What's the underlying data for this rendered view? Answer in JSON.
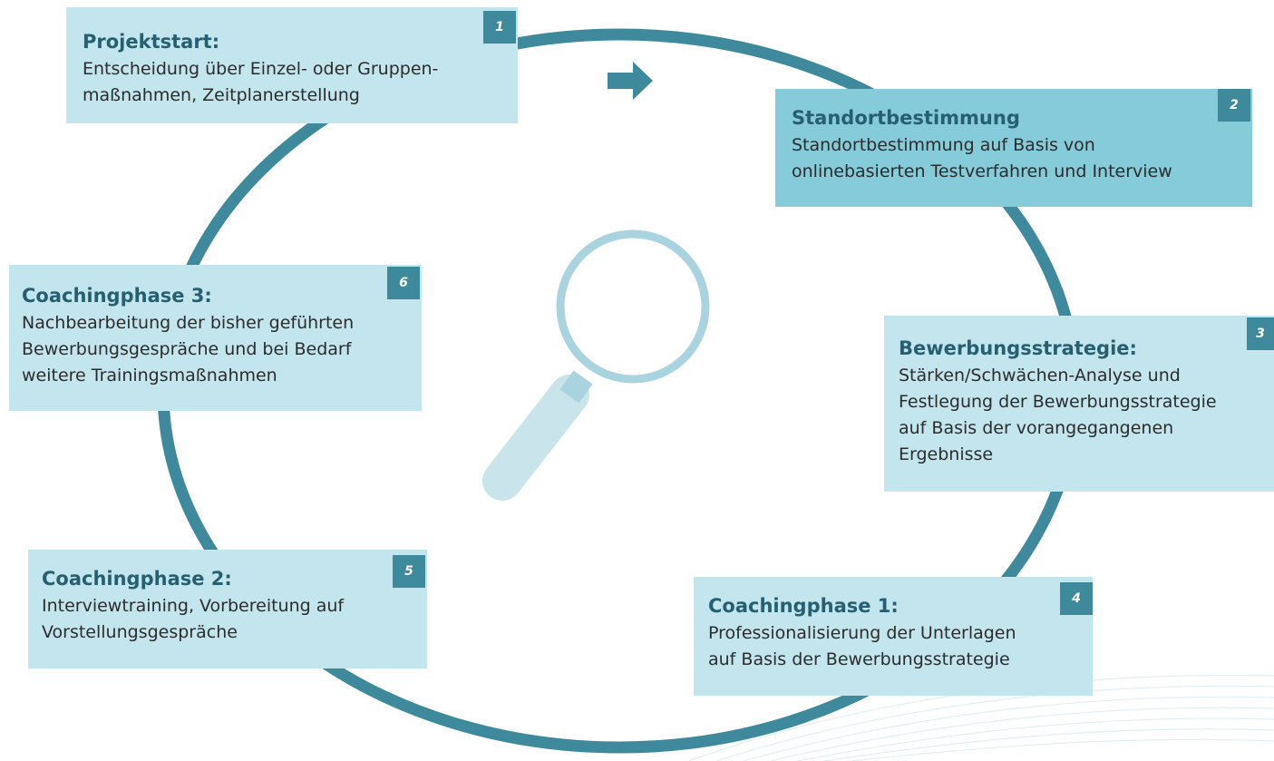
{
  "colors": {
    "ring": "#3e8a9c",
    "box_light": "#c3e5ee",
    "box_dark": "#86cbda",
    "badge": "#3e8a9c",
    "title": "#265f70",
    "magnifier": "#a9d3de"
  },
  "icons": {
    "center": "magnifier-icon",
    "flow": "arrow-right-icon"
  },
  "steps": [
    {
      "number": "1",
      "title": "Projektstart:",
      "lines": [
        "Entscheidung über Einzel- oder Gruppen-",
        "maßnahmen, Zeitplanerstellung"
      ]
    },
    {
      "number": "2",
      "title": "Standortbestimmung",
      "lines": [
        "Standortbestimmung auf Basis von",
        "onlinebasierten Testverfahren und Interview"
      ]
    },
    {
      "number": "3",
      "title": "Bewerbungsstrategie:",
      "lines": [
        "Stärken/Schwächen-Analyse und",
        "Festlegung der Bewerbungsstrategie",
        "auf Basis der vorangegangenen",
        "Ergebnisse"
      ]
    },
    {
      "number": "4",
      "title": "Coachingphase 1:",
      "lines": [
        "Professionalisierung der Unterlagen",
        "auf Basis der Bewerbungsstrategie"
      ]
    },
    {
      "number": "5",
      "title": "Coachingphase 2:",
      "lines": [
        "Interviewtraining, Vorbereitung auf",
        "Vorstellungsgespräche"
      ]
    },
    {
      "number": "6",
      "title": "Coachingphase 3:",
      "lines": [
        "Nachbearbeitung der bisher geführten",
        "Bewerbungsgespräche und bei Bedarf",
        "weitere Trainingsmaßnahmen"
      ]
    }
  ]
}
